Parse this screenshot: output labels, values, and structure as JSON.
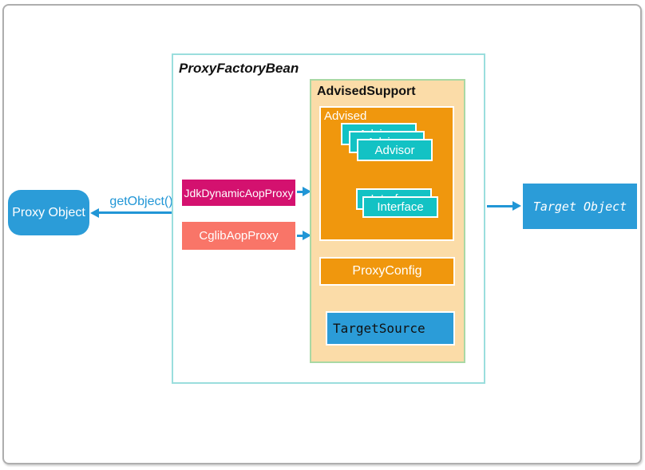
{
  "diagram": {
    "left": {
      "proxy_object_label": "Proxy Object",
      "get_object_label": "getObject()"
    },
    "factory": {
      "title": "ProxyFactoryBean",
      "jdk_proxy_label": "JdkDynamicAopProxy",
      "cglib_proxy_label": "CglibAopProxy"
    },
    "advised_support": {
      "title": "AdvisedSupport",
      "advised": {
        "title": "Advised",
        "advisor_label": "Advisor",
        "interface_label": "Interface"
      },
      "proxy_config_label": "ProxyConfig",
      "target_source_label": "TargetSource"
    },
    "right": {
      "target_object_label": "Target Object"
    },
    "colors": {
      "blue": "#2b9cd8",
      "arrow_blue": "#2196d6",
      "magenta": "#d4116f",
      "salmon": "#f97568",
      "teal_box": "#13c2c4",
      "orange": "#f0970d",
      "tan_background": "#fbdca8",
      "green_border": "#a9d8a4",
      "cyan_border": "#9adedd",
      "frame_gray": "#aeaeae"
    }
  }
}
